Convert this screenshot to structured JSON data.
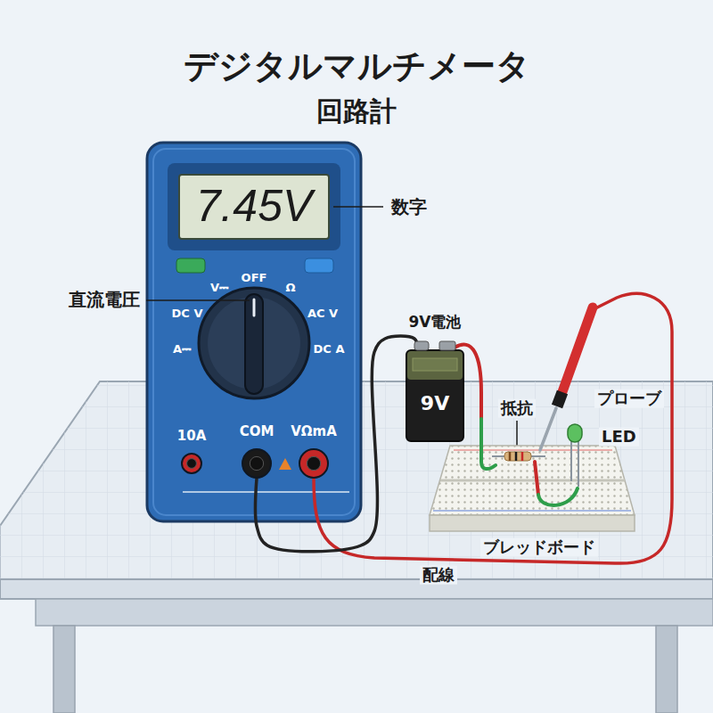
{
  "diagram": {
    "title": "デジタルマルチメータ",
    "nodes": [
      {
        "text": [
          "7.45V"
        ]
      },
      {
        "text": [
          "10A"
        ]
      },
      {
        "text": [
          "COM"
        ]
      },
      {
        "text": [
          "VΩmA"
        ]
      },
      {
        "text": [
          "9V電池",
          "9V"
        ]
      }
    ],
    "edges": [
      {
        "from": 2,
        "to": 4,
        "arrow": "none"
      }
    ],
    "labels": [
      "回路計",
      "数字",
      "直流電圧",
      "OFF",
      "V⎓",
      "Ω",
      "DC V",
      "AC V",
      "A⎓",
      "DC A",
      "抵抗",
      "プローブ",
      "LED",
      "ブレッドボード",
      "配線"
    ]
  }
}
